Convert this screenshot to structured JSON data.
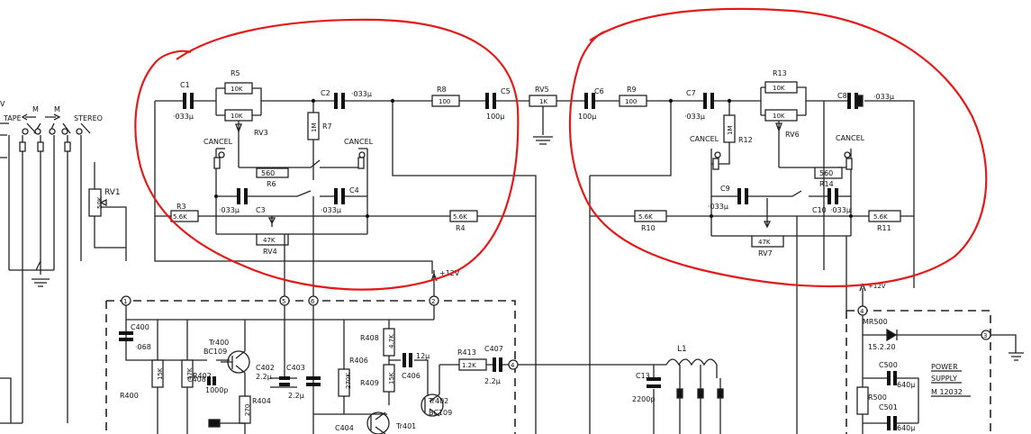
{
  "switches": {
    "tape": "TAPE",
    "m1": "M",
    "m2": "M",
    "stereo": "STEREO",
    "v": "V"
  },
  "rv1": {
    "ref": "RV1",
    "value": "50K"
  },
  "left": {
    "c1": {
      "ref": "C1",
      "value": "·033μ"
    },
    "r5": {
      "ref": "R5",
      "value": "10K"
    },
    "rv3": {
      "ref": "RV3",
      "value": "10K"
    },
    "c2": {
      "ref": "C2",
      "value": "·033μ"
    },
    "r7": {
      "ref": "R7",
      "value": "1M"
    },
    "r8": {
      "ref": "R8",
      "value": "100"
    },
    "c5": {
      "ref": "C5",
      "value": "100μ"
    },
    "cancel1": "CANCEL",
    "cancel2": "CANCEL",
    "r6": {
      "ref": "R6",
      "value": "560"
    },
    "r3": {
      "ref": "R3",
      "value": "5.6K"
    },
    "c3": {
      "ref": "C3",
      "value": "·033μ"
    },
    "c4": {
      "ref": "C4",
      "value": "·033μ"
    },
    "r4": {
      "ref": "R4",
      "value": "5.6K"
    },
    "rv4": {
      "ref": "RV4",
      "value": "47K"
    }
  },
  "rv5": {
    "ref": "RV5",
    "value": "1K"
  },
  "right": {
    "c6": {
      "ref": "C6",
      "value": "100μ"
    },
    "r9": {
      "ref": "R9",
      "value": "100"
    },
    "c7": {
      "ref": "C7",
      "value": "·033μ"
    },
    "r12": {
      "ref": "R12",
      "value": "1M"
    },
    "r13": {
      "ref": "R13",
      "value": "10K"
    },
    "rv6": {
      "ref": "RV6",
      "value": "10K"
    },
    "c8": {
      "ref": "C8",
      "value": "·033μ"
    },
    "cancel1": "CANCEL",
    "cancel2": "CANCEL",
    "r14": {
      "ref": "R14",
      "value": "560"
    },
    "c9": {
      "ref": "C9",
      "value": "·033μ"
    },
    "c10": {
      "ref": "C10",
      "value": "·033μ"
    },
    "r10": {
      "ref": "R10",
      "value": "5.6K"
    },
    "r11": {
      "ref": "R11",
      "value": "5.6K"
    },
    "rv7": {
      "ref": "RV7",
      "value": "47K"
    }
  },
  "supply": {
    "v12a": "+12V",
    "v12b": "+12V"
  },
  "nodes": [
    "1",
    "5",
    "6",
    "2",
    "4",
    "4",
    "3"
  ],
  "amp": {
    "c400": {
      "ref": "C400",
      "value": "·068"
    },
    "tr400": {
      "ref": "Tr400",
      "type": "BC109"
    },
    "c408": {
      "ref": "C408",
      "value": "1000p"
    },
    "c402": {
      "ref": "C402",
      "value": "2.2μ"
    },
    "c403": {
      "ref": "C403",
      "value": "2.2μ"
    },
    "r400": {
      "ref": "R400",
      "value": "15K"
    },
    "r402": {
      "ref": "R402",
      "value": "47K"
    },
    "r404": {
      "ref": "R404",
      "value": "270"
    },
    "r406": {
      "ref": "R406",
      "value": "270K"
    },
    "r408": {
      "ref": "R408",
      "value": "4.7K"
    },
    "r409": {
      "ref": "R409",
      "value": "15K"
    },
    "c406": {
      "ref": "C406",
      "value": "12μ"
    },
    "tr401": {
      "ref": "Tr401"
    },
    "tr402": {
      "ref": "Tr402",
      "type": "BC109"
    },
    "r413": {
      "ref": "R413",
      "value": "1.2K"
    },
    "c407": {
      "ref": "C407",
      "value": "2.2μ"
    },
    "c404": {
      "ref": "C404"
    }
  },
  "coil": {
    "l1": "L1",
    "c13": {
      "ref": "C13",
      "value": "2200p"
    }
  },
  "psu": {
    "mr500": {
      "ref": "MR500",
      "value": "15.2.20"
    },
    "c500": {
      "ref": "C500",
      "value": "640μ"
    },
    "r500": {
      "ref": "R500"
    },
    "c501": {
      "ref": "C501",
      "value": "640μ"
    },
    "label1": "POWER",
    "label2": "SUPPLY",
    "label3": "M 12032"
  },
  "colors": {
    "ink": "#111111",
    "annotation": "#e41a1a"
  }
}
